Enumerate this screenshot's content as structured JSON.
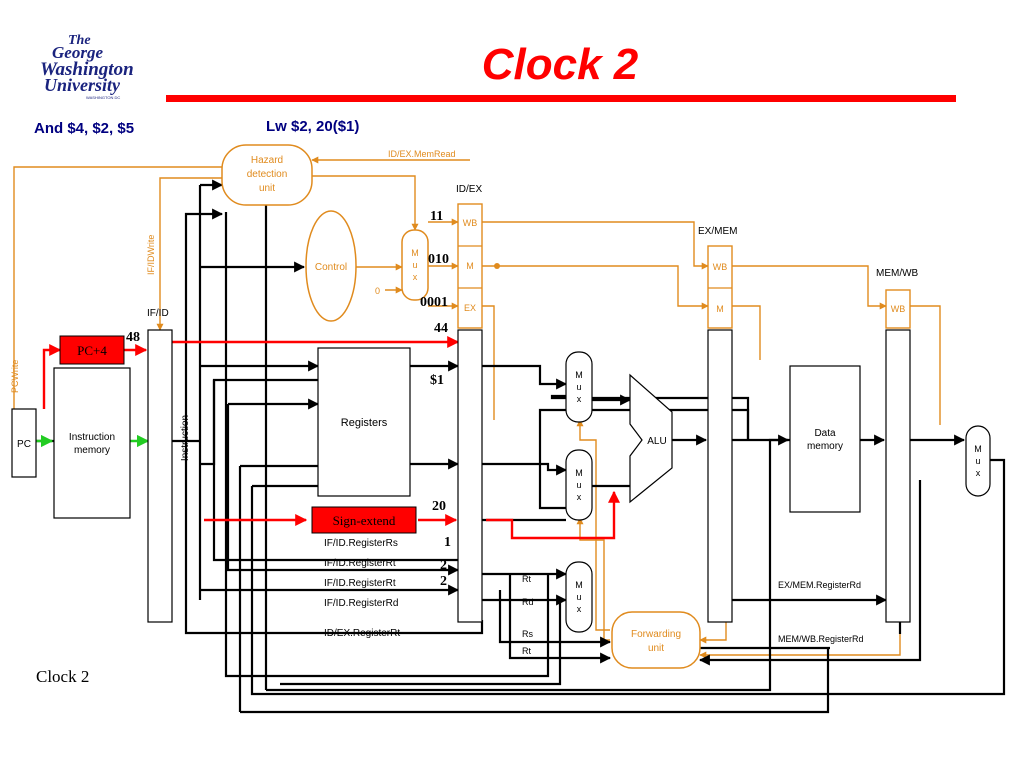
{
  "logo": {
    "text": "The George Washington University",
    "lines": [
      "The",
      "George",
      "Washington",
      "University"
    ],
    "sub": "WASHINGTON DC"
  },
  "slide": {
    "title": "Clock 2",
    "instr_left": "And $4, $2, $5",
    "instr_right": "Lw $2, 20($1)",
    "footer": "Clock 2"
  },
  "colors": {
    "title": "#ff0000",
    "rule": "#ff0000",
    "instruction": "#000080",
    "control": "#e08b1e",
    "datapath": "#000000",
    "highlight": "#ff0000",
    "pc_box": "#ff0000",
    "green_arrow": "#22cc22"
  },
  "diagram": {
    "hazard_unit": [
      "Hazard",
      "detection",
      "unit"
    ],
    "id_ex_memread": "ID/EX.MemRead",
    "id_ex": "ID/EX",
    "ex_mem": "EX/MEM",
    "mem_wb": "MEM/WB",
    "if_id": "IF/ID",
    "if_idwrite": "IF/IDWrite",
    "pcwrite": "PCWrite",
    "control": "Control",
    "zero": "0",
    "mux": [
      "M",
      "u",
      "x"
    ],
    "wb": "WB",
    "m": "M",
    "ex": "EX",
    "pc": "PC",
    "pc4": "PC+4",
    "instruction_memory": [
      "Instruction",
      "memory"
    ],
    "instruction": "Instruction",
    "registers": "Registers",
    "sign_extend": "Sign-extend",
    "alu": "ALU",
    "data_memory": [
      "Data",
      "memory"
    ],
    "forwarding_unit": [
      "Forwarding",
      "unit"
    ],
    "if_id_rs": "IF/ID.RegisterRs",
    "if_id_rt1": "IF/ID.RegisterRt",
    "if_id_rt2": "IF/ID.RegisterRt",
    "if_id_rd": "IF/ID.RegisterRd",
    "id_ex_rt": "ID/EX.RegisterRt",
    "rt": "Rt",
    "rd": "Rd",
    "rs": "Rs",
    "ex_mem_rd": "EX/MEM.RegisterRd",
    "mem_wb_rd": "MEM/WB.RegisterRd"
  },
  "values": {
    "wb": "11",
    "m": "010",
    "ex": "0001",
    "pc_value": "44",
    "if_pc": "48",
    "reg_read": "$1",
    "imm": "20",
    "rs": "1",
    "rt1": "2",
    "rt2": "2"
  }
}
